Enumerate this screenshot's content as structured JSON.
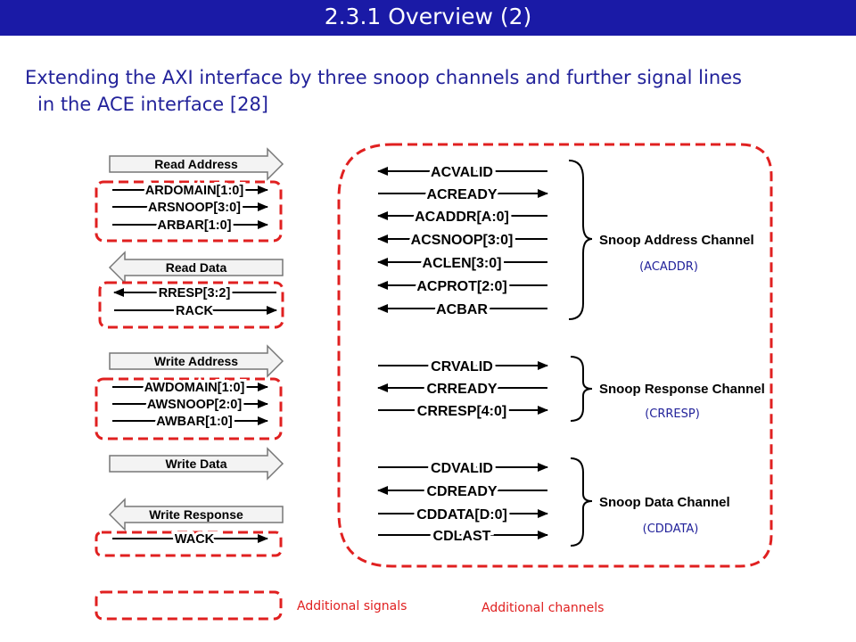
{
  "title": "2.3.1 Overview (2)",
  "subtitle": {
    "line1": "Extending the AXI interface by three snoop channels and further signal lines",
    "line2": "in the ACE interface [28]"
  },
  "colors": {
    "title_bg": "#1a1aa6",
    "title_text": "#ffffff",
    "subtitle": "#22229a",
    "dashed": "#e02020"
  },
  "left_groups": {
    "read_address": {
      "header": "Read Address",
      "signals": [
        "ARDOMAIN[1:0]",
        "ARSNOOP[3:0]",
        "ARBAR[1:0]"
      ]
    },
    "read_data": {
      "header": "Read Data",
      "signals": [
        "RRESP[3:2]",
        "RACK"
      ]
    },
    "write_address": {
      "header": "Write Address",
      "signals": [
        "AWDOMAIN[1:0]",
        "AWSNOOP[2:0]",
        "AWBAR[1:0]"
      ]
    },
    "write_data": {
      "header": "Write Data"
    },
    "write_response": {
      "header": "Write Response",
      "signals": [
        "WACK"
      ]
    }
  },
  "snoop_channels": {
    "address": {
      "name": "Snoop Address Channel",
      "abbr": "(ACADDR)",
      "signals": [
        "ACVALID",
        "ACREADY",
        "ACADDR[A:0]",
        "ACSNOOP[3:0]",
        "ACLEN[3:0]",
        "ACPROT[2:0]",
        "ACBAR"
      ]
    },
    "response": {
      "name": "Snoop Response Channel",
      "abbr": "(CRRESP)",
      "signals": [
        "CRVALID",
        "CRREADY",
        "CRRESP[4:0]"
      ]
    },
    "data": {
      "name": "Snoop Data Channel",
      "abbr": "(CDDATA)",
      "signals": [
        "CDVALID",
        "CDREADY",
        "CDDATA[D:0]",
        "CDLAST"
      ]
    }
  },
  "legend": {
    "signals_label": "Additional signals",
    "channels_label": "Additional channels"
  }
}
